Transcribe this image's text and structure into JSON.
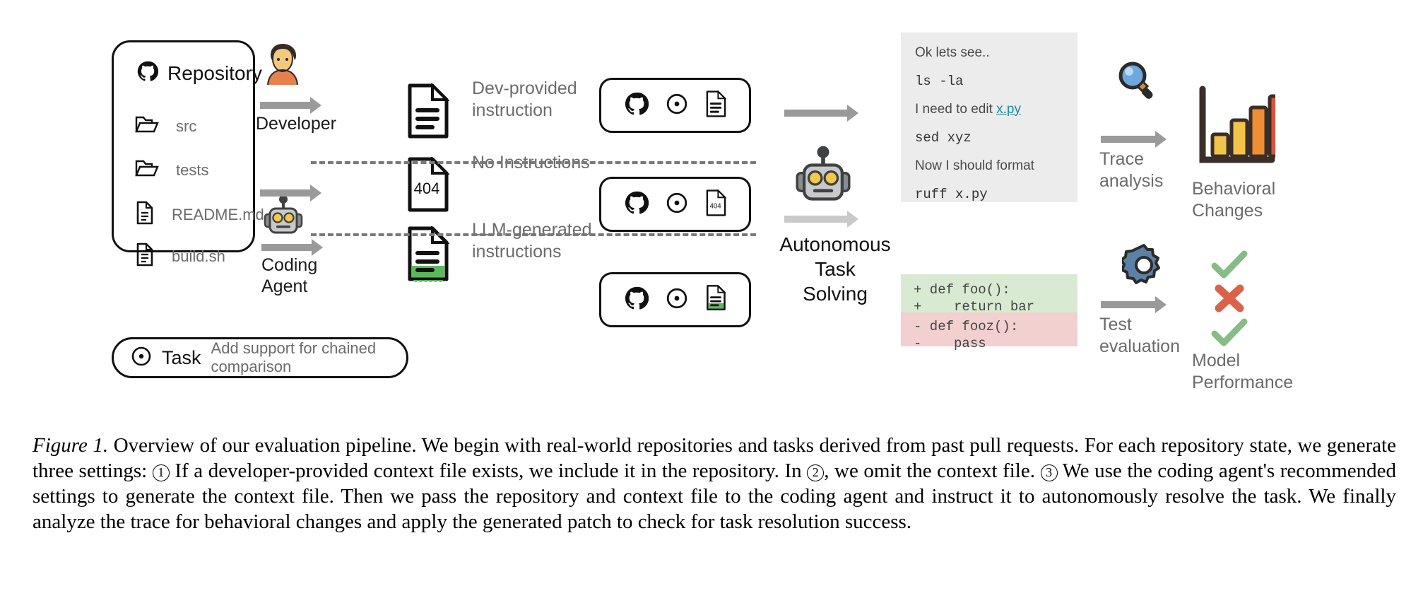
{
  "figure": {
    "repository": {
      "title": "Repository",
      "icon": "github-icon",
      "items": [
        {
          "name": "src",
          "icon": "folder-icon"
        },
        {
          "name": "tests",
          "icon": "folder-icon"
        },
        {
          "name": "README.md",
          "icon": "file-icon"
        },
        {
          "name": "build.sh",
          "icon": "file-icon"
        }
      ]
    },
    "task": {
      "label": "Task",
      "description": "Add support for chained comparison",
      "icon": "target-icon"
    },
    "actors": [
      {
        "id": "developer",
        "label": "Developer",
        "icon": "developer-avatar-icon"
      },
      {
        "id": "coding-agent",
        "label": "Coding\nAgent",
        "label_line1": "Coding",
        "label_line2": "Agent",
        "icon": "robot-icon"
      }
    ],
    "settings": [
      {
        "n": 1,
        "label_line1": "Dev-provided",
        "label_line2": "instruction",
        "doc": "doc-lines-icon"
      },
      {
        "n": 2,
        "label_line1": "No Instructions",
        "label_line2": "",
        "doc": "doc-404-icon",
        "doc_text": "404"
      },
      {
        "n": 3,
        "label_line1": "LLM-generated",
        "label_line2": "instructions",
        "doc": "doc-generated-icon"
      }
    ],
    "combined": [
      {
        "icons": [
          "github-icon",
          "target-icon",
          "doc-lines-icon"
        ]
      },
      {
        "icons": [
          "github-icon",
          "target-icon",
          "doc-404-icon"
        ],
        "doc_text": "404"
      },
      {
        "icons": [
          "github-icon",
          "target-icon",
          "doc-generated-icon"
        ]
      }
    ],
    "solver": {
      "label_line1": "Autonomous",
      "label_line2": "Task",
      "label_line3": "Solving",
      "icon": "robot-icon"
    },
    "trace": {
      "lines": [
        {
          "text": "Ok lets see..",
          "style": "prose"
        },
        {
          "text": "ls -la",
          "style": "mono"
        },
        {
          "text": "I need to edit ",
          "style": "prose",
          "link": "x.py"
        },
        {
          "text": "sed xyz",
          "style": "mono"
        },
        {
          "text": "Now I should format",
          "style": "prose"
        },
        {
          "text": "ruff x.py",
          "style": "mono"
        }
      ]
    },
    "diff": {
      "added": [
        "+ def foo():",
        "+    return bar"
      ],
      "removed": [
        "- def fooz():",
        "-    pass"
      ]
    },
    "analysis": [
      {
        "icon": "magnifier-icon",
        "arrow_label_line1": "Trace",
        "arrow_label_line2": "analysis",
        "result_icon": "bar-chart-icon",
        "result_line1": "Behavioral",
        "result_line2": "Changes"
      },
      {
        "icon": "gear-icon",
        "arrow_label_line1": "Test",
        "arrow_label_line2": "evaluation",
        "result_icon": "check-cross-check-icon",
        "result_line1": "Model",
        "result_line2": "Performance",
        "marks": [
          "check",
          "cross",
          "check"
        ]
      }
    ],
    "colors": {
      "arrow": "#9a9a9a",
      "arrow_light": "#c9c9c9",
      "label": "#6b6b6b",
      "diff_add_bg": "#d9ead3",
      "diff_del_bg": "#f2d0d0",
      "trace_bg": "#ececec",
      "link": "#1a8b9d",
      "check": "#86bd86",
      "cross": "#d9634a",
      "gear": "#5b82a6",
      "magnifier": "#6fa8dc"
    }
  },
  "caption": {
    "fignum": "Figure 1.",
    "part1": " Overview of our evaluation pipeline. We begin with real-world repositories and tasks derived from past pull requests. For each repository state, we generate three settings: ",
    "c1": "1",
    "part2": " If a developer-provided context file exists, we include it in the repository. In ",
    "c2": "2",
    "part3": ", we omit the context file. ",
    "c3": "3",
    "part4": " We use the coding agent's recommended settings to generate the context file. Then we pass the repository and context file to the coding agent and instruct it to autonomously resolve the task. We finally analyze the trace for behavioral changes and apply the generated patch to check for task resolution success."
  }
}
